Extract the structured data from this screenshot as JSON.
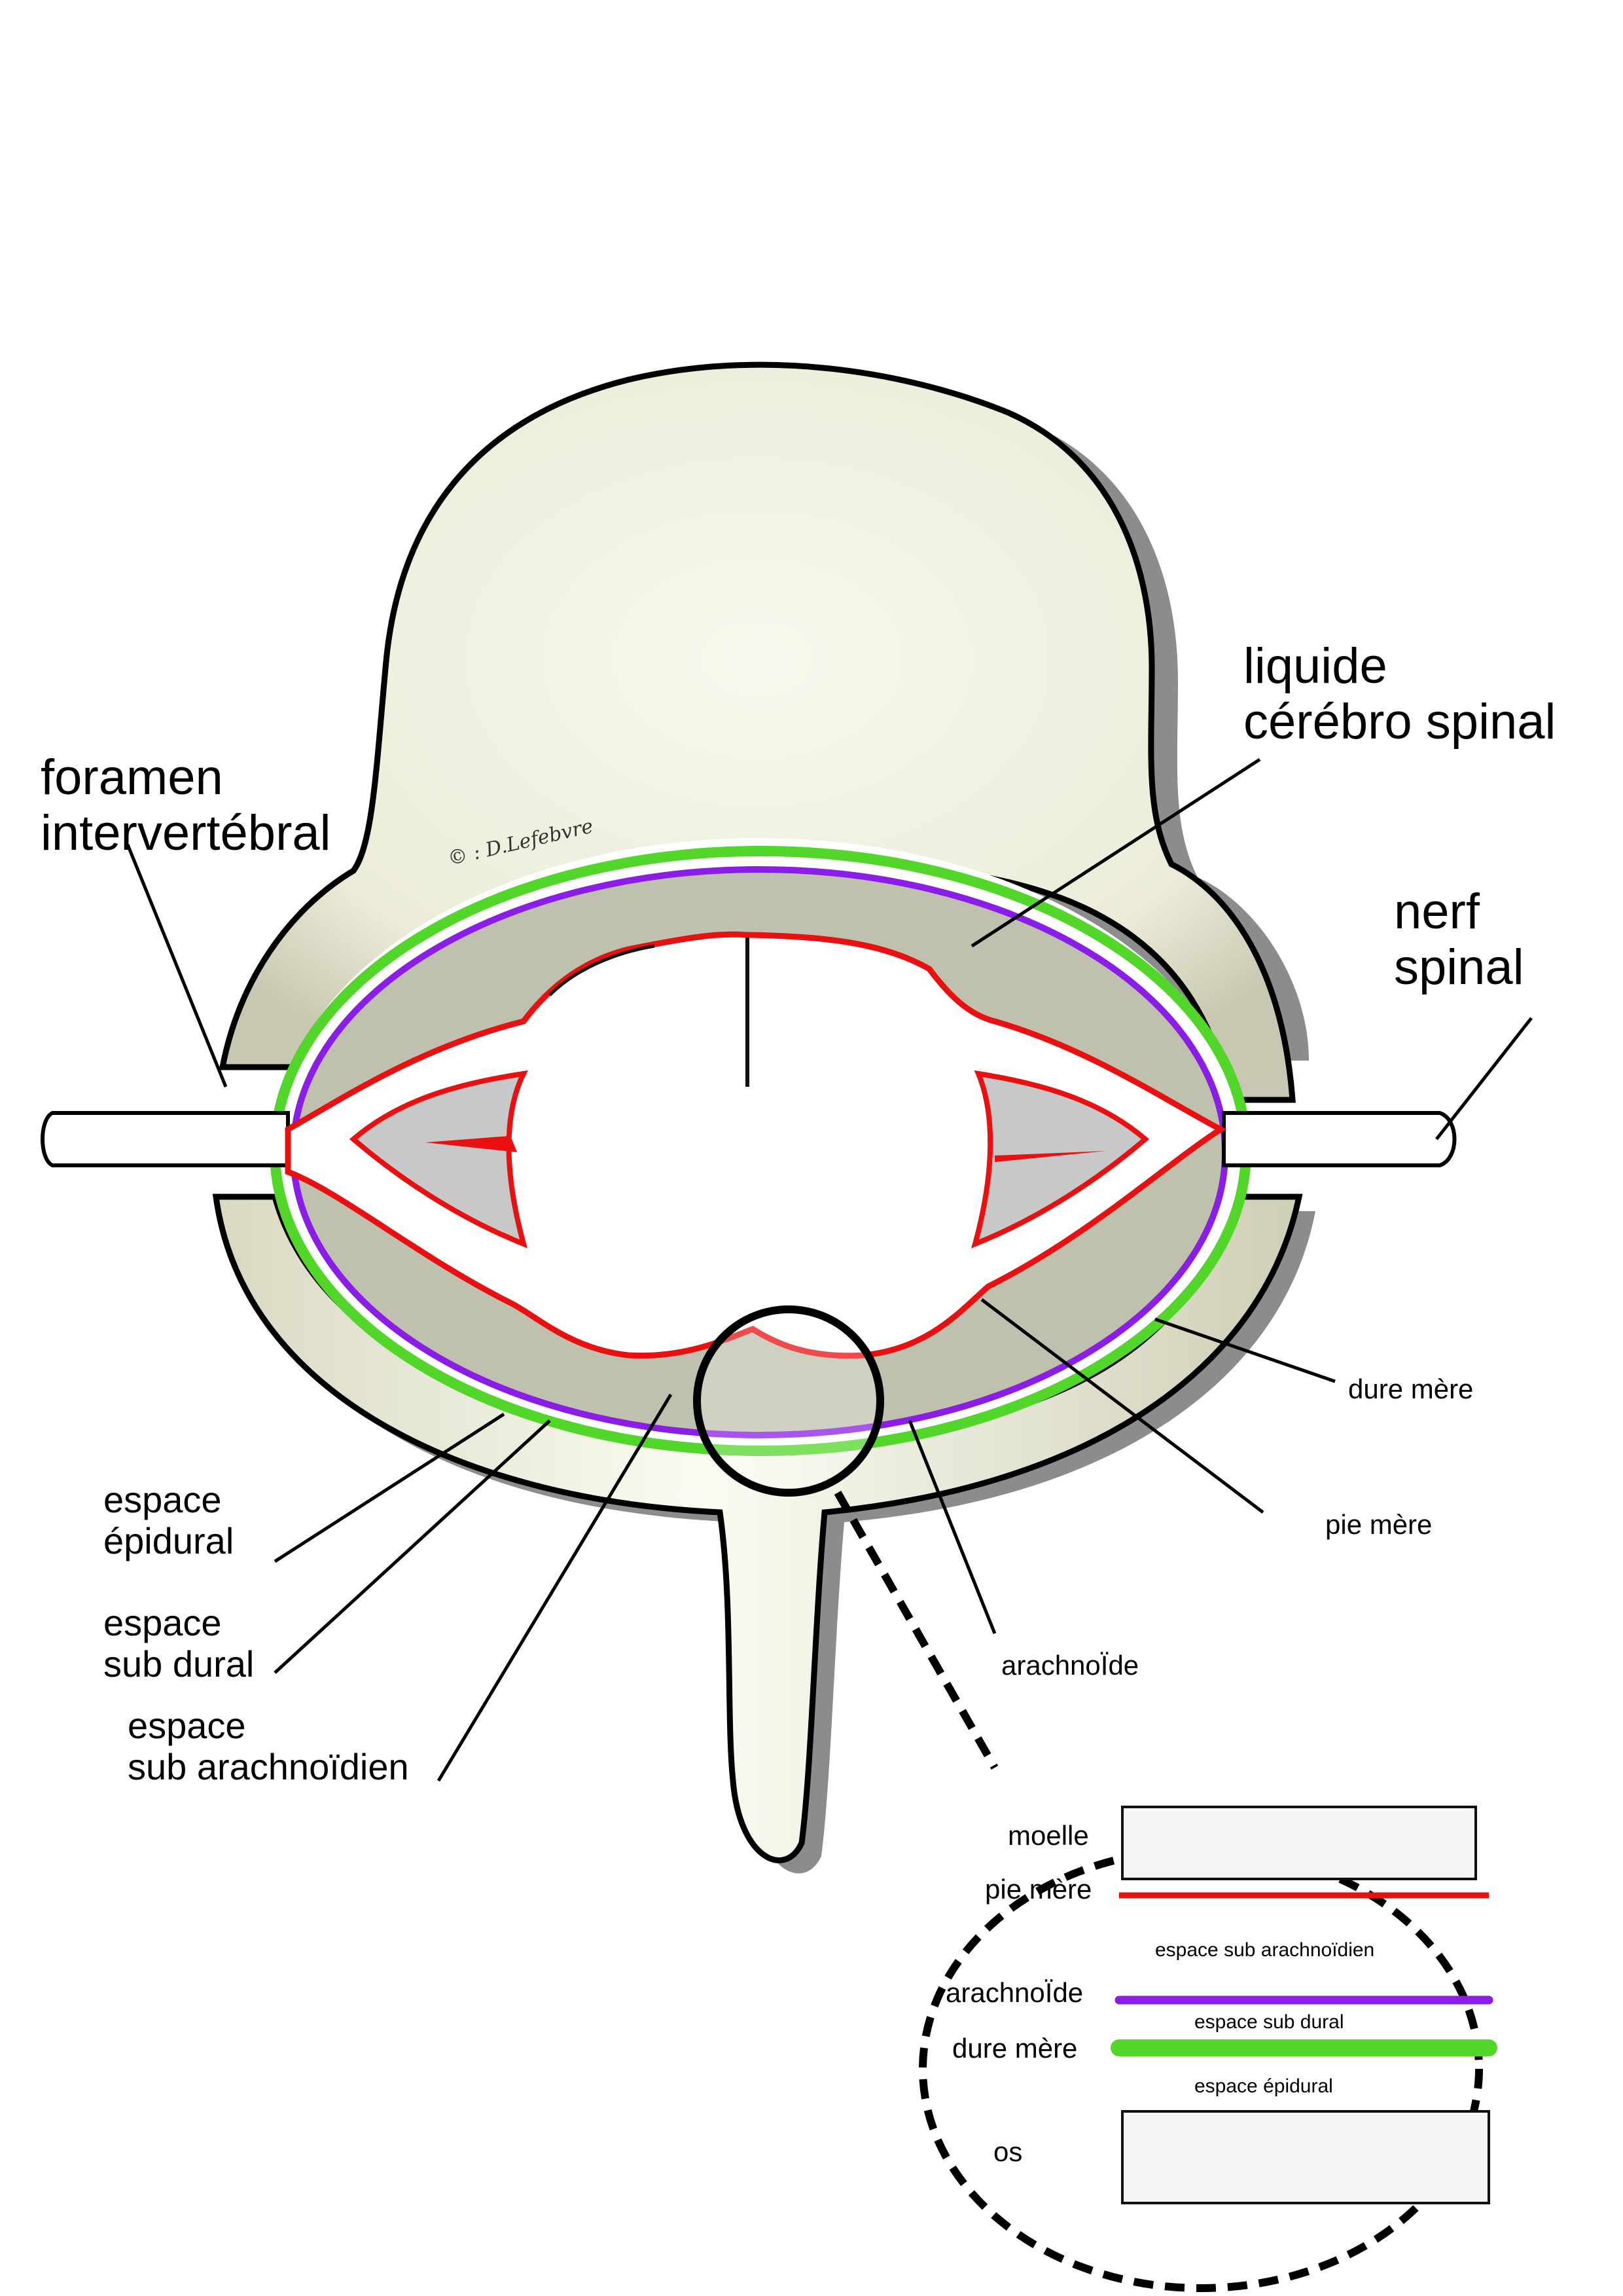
{
  "labels": {
    "foramen": "foramen\nintervertébral",
    "liquide": "liquide\ncérébro spinal",
    "nerf": "nerf\nspinal",
    "dure_mere": "dure mère",
    "pie_mere": "pie mère",
    "arachnoide": "arachnoÏde",
    "espace_epidural": "espace\népidural",
    "espace_sub_dural": "espace\nsub dural",
    "espace_sub_arachnoidien": "espace\nsub arachnoïdien",
    "copyright": "© : D.Lefebvre"
  },
  "legend": {
    "moelle": "moelle",
    "pie_mere": "pie mère",
    "espace_sub_arachnoidien": "espace sub arachnoïdien",
    "arachnoide": "arachnoÏde",
    "espace_sub_dural": "espace sub dural",
    "dure_mere": "dure mère",
    "espace_epidural": "espace épidural",
    "os": "os"
  },
  "colors": {
    "bone": "#ededdc",
    "csf": "#bfc1ae",
    "pia": "#e81010",
    "arachnoid": "#8a1ee6",
    "dura": "#52d62a",
    "shadow": "#8c8c8c",
    "gray_matter": "#c8c8c8"
  }
}
